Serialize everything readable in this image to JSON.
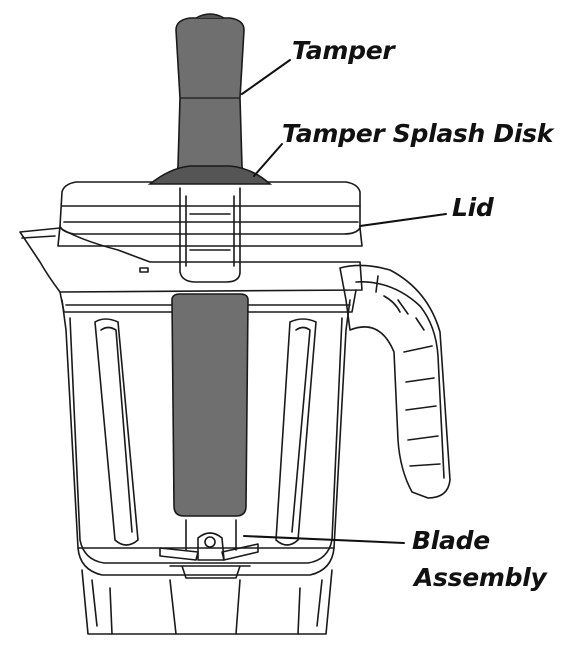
{
  "labels": {
    "tamper": "Tamper",
    "tamper_splash_disk": "Tamper Splash Disk",
    "lid": "Lid",
    "blade_line1": "Blade",
    "blade_line2": "Assembly"
  },
  "colors": {
    "outline": "#1a1a1a",
    "tamper_fill": "#6f6f6f",
    "tamper_dark": "#555555",
    "background": "#ffffff"
  }
}
